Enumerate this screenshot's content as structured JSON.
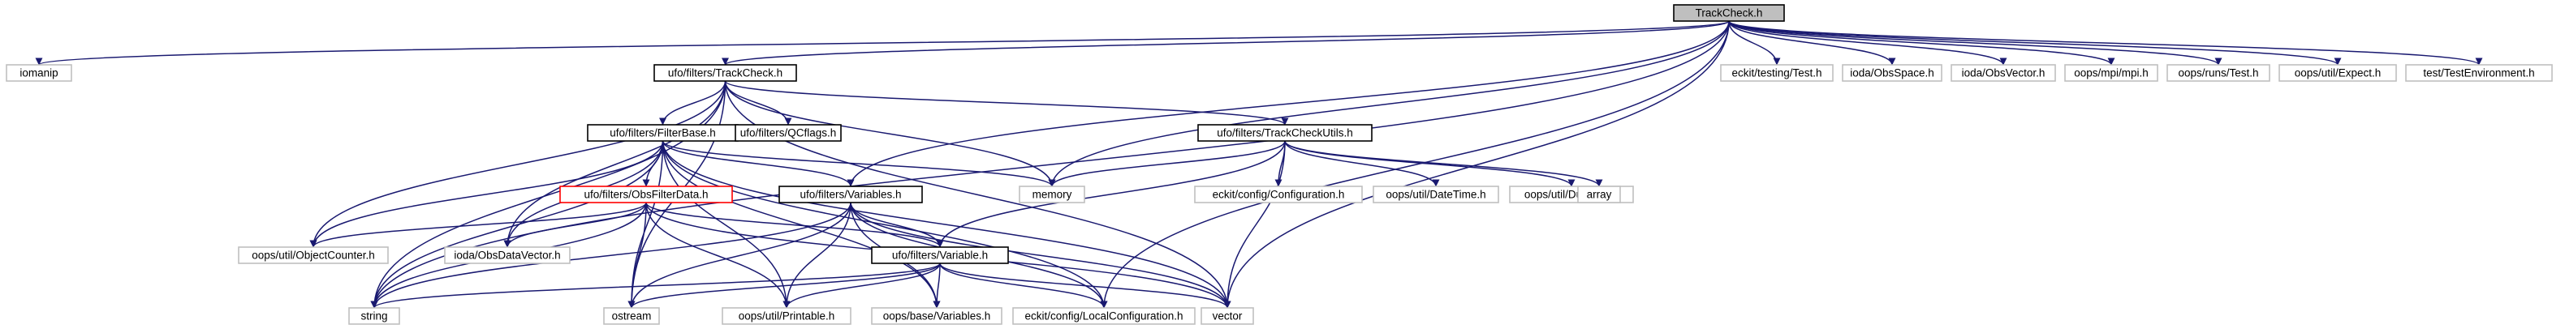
{
  "colors": {
    "edge": "#191970",
    "root_fill": "#bfbfbf",
    "root_border": "#000000",
    "local_border": "#000000",
    "external_border": "#bfbfbf",
    "undocumented_border": "#ff0000",
    "fill": "#ffffff"
  },
  "graph": {
    "nodes": [
      {
        "id": "root",
        "label": "TrackCheck.h",
        "kind": "root"
      },
      {
        "id": "iomanip",
        "label": "iomanip",
        "kind": "external"
      },
      {
        "id": "tc",
        "label": "ufo/filters/TrackCheck.h",
        "kind": "local"
      },
      {
        "id": "ecktest",
        "label": "eckit/testing/Test.h",
        "kind": "external"
      },
      {
        "id": "obsspace",
        "label": "ioda/ObsSpace.h",
        "kind": "external"
      },
      {
        "id": "obsvector",
        "label": "ioda/ObsVector.h",
        "kind": "external"
      },
      {
        "id": "mpi",
        "label": "oops/mpi/mpi.h",
        "kind": "external"
      },
      {
        "id": "runstest",
        "label": "oops/runs/Test.h",
        "kind": "external"
      },
      {
        "id": "expect",
        "label": "oops/util/Expect.h",
        "kind": "external"
      },
      {
        "id": "testenv",
        "label": "test/TestEnvironment.h",
        "kind": "external"
      },
      {
        "id": "filterbase",
        "label": "ufo/filters/FilterBase.h",
        "kind": "local"
      },
      {
        "id": "qcflags",
        "label": "ufo/filters/QCflags.h",
        "kind": "local"
      },
      {
        "id": "tcutils",
        "label": "ufo/filters/TrackCheckUtils.h",
        "kind": "local"
      },
      {
        "id": "obsfilterdata",
        "label": "ufo/filters/ObsFilterData.h",
        "kind": "undocumented"
      },
      {
        "id": "variables",
        "label": "ufo/filters/Variables.h",
        "kind": "local"
      },
      {
        "id": "memory",
        "label": "memory",
        "kind": "external"
      },
      {
        "id": "ecconfig",
        "label": "eckit/config/Configuration.h",
        "kind": "external"
      },
      {
        "id": "datetime",
        "label": "oops/util/DateTime.h",
        "kind": "external"
      },
      {
        "id": "duration",
        "label": "oops/util/Duration.h",
        "kind": "external"
      },
      {
        "id": "array",
        "label": "array",
        "kind": "external"
      },
      {
        "id": "objcounter",
        "label": "oops/util/ObjectCounter.h",
        "kind": "external"
      },
      {
        "id": "obsdatavector",
        "label": "ioda/ObsDataVector.h",
        "kind": "external"
      },
      {
        "id": "variable",
        "label": "ufo/filters/Variable.h",
        "kind": "local"
      },
      {
        "id": "string",
        "label": "string",
        "kind": "external"
      },
      {
        "id": "ostream",
        "label": "ostream",
        "kind": "external"
      },
      {
        "id": "printable",
        "label": "oops/util/Printable.h",
        "kind": "external"
      },
      {
        "id": "oopsvars",
        "label": "oops/base/Variables.h",
        "kind": "external"
      },
      {
        "id": "localconfig",
        "label": "eckit/config/LocalConfiguration.h",
        "kind": "external"
      },
      {
        "id": "vector",
        "label": "vector",
        "kind": "external"
      }
    ],
    "edges": [
      [
        "root",
        "iomanip"
      ],
      [
        "root",
        "tc"
      ],
      [
        "root",
        "ecktest"
      ],
      [
        "root",
        "obsspace"
      ],
      [
        "root",
        "obsvector"
      ],
      [
        "root",
        "mpi"
      ],
      [
        "root",
        "runstest"
      ],
      [
        "root",
        "expect"
      ],
      [
        "root",
        "testenv"
      ],
      [
        "root",
        "string"
      ],
      [
        "root",
        "memory"
      ],
      [
        "root",
        "variables"
      ],
      [
        "root",
        "localconfig"
      ],
      [
        "root",
        "vector"
      ],
      [
        "tc",
        "filterbase"
      ],
      [
        "tc",
        "qcflags"
      ],
      [
        "tc",
        "tcutils"
      ],
      [
        "tc",
        "memory"
      ],
      [
        "tc",
        "string"
      ],
      [
        "tc",
        "ostream"
      ],
      [
        "tc",
        "vector"
      ],
      [
        "tc",
        "objcounter"
      ],
      [
        "tc",
        "obsdatavector"
      ],
      [
        "filterbase",
        "obsfilterdata"
      ],
      [
        "filterbase",
        "variables"
      ],
      [
        "filterbase",
        "memory"
      ],
      [
        "filterbase",
        "objcounter"
      ],
      [
        "filterbase",
        "obsdatavector"
      ],
      [
        "filterbase",
        "string"
      ],
      [
        "filterbase",
        "ostream"
      ],
      [
        "filterbase",
        "printable"
      ],
      [
        "filterbase",
        "oopsvars"
      ],
      [
        "filterbase",
        "localconfig"
      ],
      [
        "filterbase",
        "vector"
      ],
      [
        "tcutils",
        "memory"
      ],
      [
        "tcutils",
        "ecconfig"
      ],
      [
        "tcutils",
        "datetime"
      ],
      [
        "tcutils",
        "duration"
      ],
      [
        "tcutils",
        "array"
      ],
      [
        "tcutils",
        "variable"
      ],
      [
        "tcutils",
        "vector"
      ],
      [
        "obsfilterdata",
        "objcounter"
      ],
      [
        "obsfilterdata",
        "obsdatavector"
      ],
      [
        "obsfilterdata",
        "variable"
      ],
      [
        "obsfilterdata",
        "string"
      ],
      [
        "obsfilterdata",
        "ostream"
      ],
      [
        "obsfilterdata",
        "printable"
      ],
      [
        "obsfilterdata",
        "vector"
      ],
      [
        "variables",
        "variable"
      ],
      [
        "variables",
        "string"
      ],
      [
        "variables",
        "ostream"
      ],
      [
        "variables",
        "printable"
      ],
      [
        "variables",
        "oopsvars"
      ],
      [
        "variables",
        "localconfig"
      ],
      [
        "variables",
        "vector"
      ],
      [
        "variable",
        "string"
      ],
      [
        "variable",
        "ostream"
      ],
      [
        "variable",
        "printable"
      ],
      [
        "variable",
        "oopsvars"
      ],
      [
        "variable",
        "localconfig"
      ],
      [
        "variable",
        "vector"
      ]
    ]
  }
}
